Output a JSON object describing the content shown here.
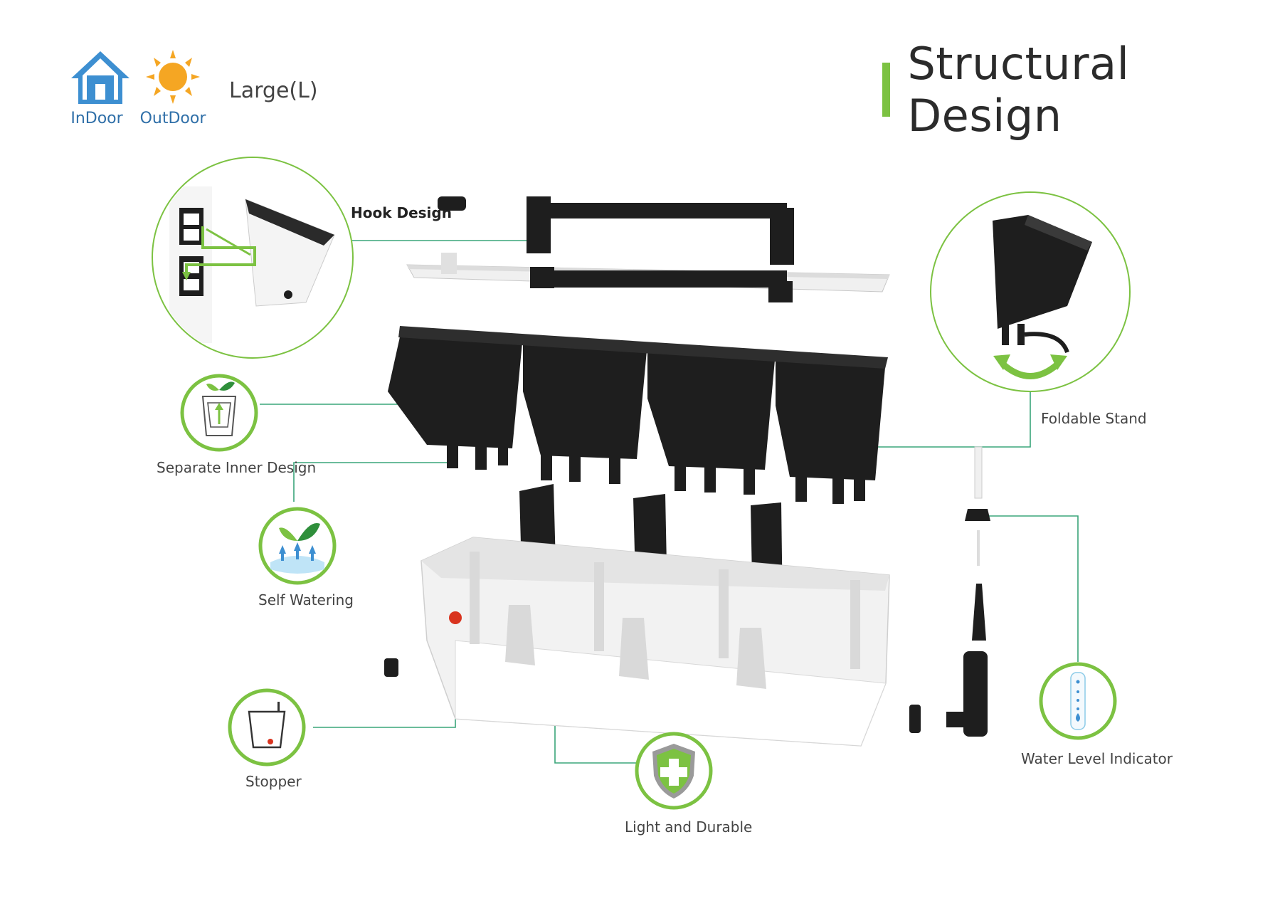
{
  "header": {
    "title": "Structural Design",
    "indoor_label": "InDoor",
    "outdoor_label": "OutDoor",
    "size_label": "Large(L)",
    "accent_color": "#7cc242"
  },
  "features": {
    "hook": "Hook Design",
    "foldable": "Foldable Stand",
    "separate": "Separate Inner Design",
    "self_watering": "Self Watering",
    "stopper": "Stopper",
    "light": "Light and Durable",
    "water_level": "Water Level Indicator"
  },
  "icons": {
    "indoor": "house-icon",
    "outdoor": "sun-icon",
    "separate": "plant-pot-icon",
    "self_watering": "water-plant-icon",
    "stopper": "stopper-pot-icon",
    "light": "shield-cross-icon",
    "water_level": "water-gauge-icon",
    "foldable": "folding-stand-icon",
    "hook": "hook-detail-icon"
  },
  "colors": {
    "green": "#7cc242",
    "line": "#3aa57a",
    "blue": "#3d8fd1",
    "sun": "#f5a623",
    "black": "#1e1e1e",
    "white_part": "#f2f2f2"
  }
}
